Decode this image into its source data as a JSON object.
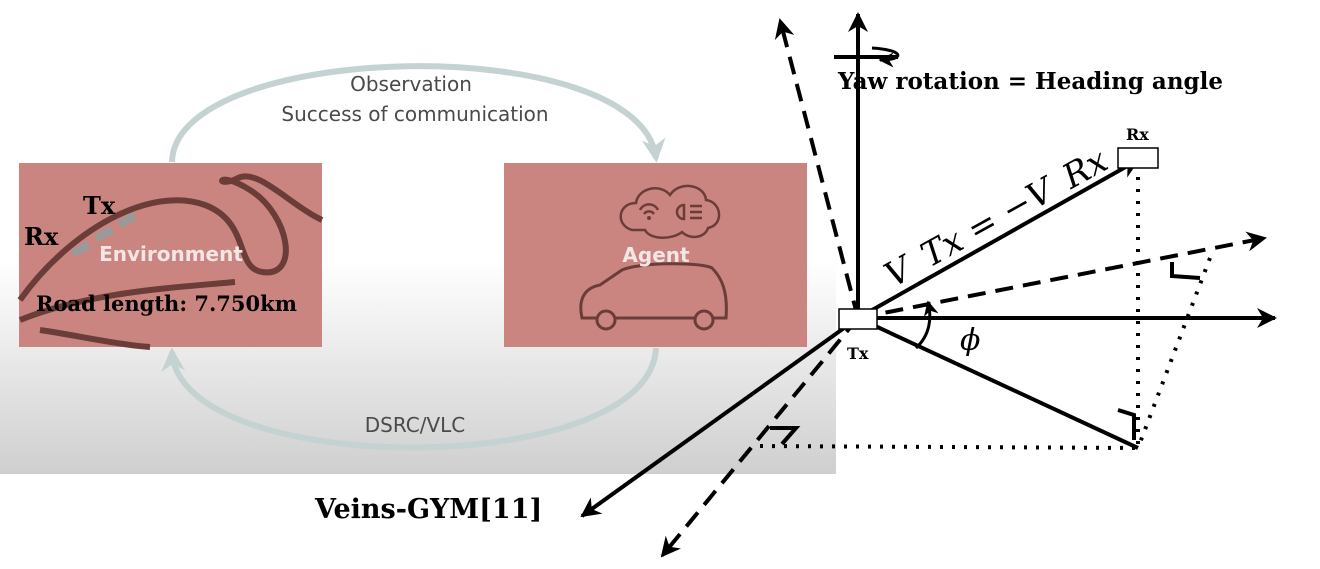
{
  "rl_loop": {
    "top_label_line1": "Observation",
    "top_label_line2": "Success of communication",
    "bottom_label": "DSRC/VLC",
    "environment_label": "Environment",
    "agent_label": "Agent",
    "tx_label": "Tx",
    "rx_label": "Rx",
    "road_length": "Road length: 7.750km",
    "caption": "Veins-GYM[11]"
  },
  "geometry_diagram": {
    "yaw_label": "Yaw rotation = Heading angle",
    "rx_label": "Rx",
    "tx_label": "Tx",
    "vector_label": "V_Tx = −V_Rx",
    "phi_label": "ϕ"
  },
  "colors": {
    "box_fill": "#cb8580",
    "arrow_loop": "#c4d3d1",
    "line": "#000000"
  }
}
